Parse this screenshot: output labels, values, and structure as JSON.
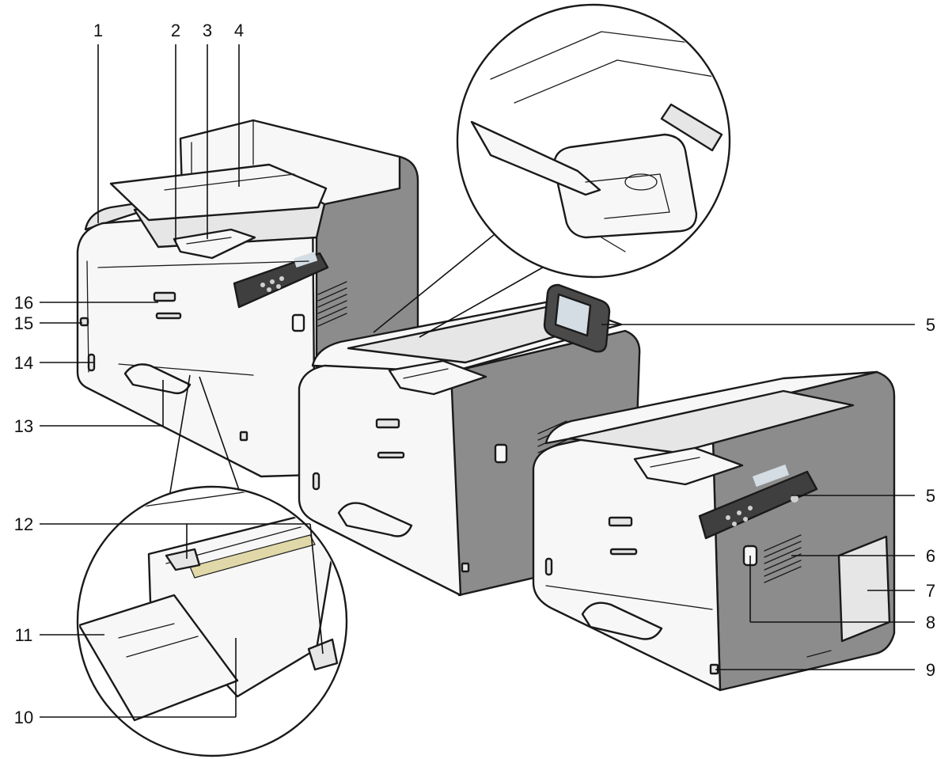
{
  "callouts": [
    {
      "id": "c1",
      "label": "1"
    },
    {
      "id": "c2",
      "label": "2"
    },
    {
      "id": "c3",
      "label": "3"
    },
    {
      "id": "c4",
      "label": "4"
    },
    {
      "id": "c5a",
      "label": "5"
    },
    {
      "id": "c5b",
      "label": "5"
    },
    {
      "id": "c6",
      "label": "6"
    },
    {
      "id": "c7",
      "label": "7"
    },
    {
      "id": "c8",
      "label": "8"
    },
    {
      "id": "c9",
      "label": "9"
    },
    {
      "id": "c10",
      "label": "10"
    },
    {
      "id": "c11",
      "label": "11"
    },
    {
      "id": "c12",
      "label": "12"
    },
    {
      "id": "c13",
      "label": "13"
    },
    {
      "id": "c14",
      "label": "14"
    },
    {
      "id": "c15",
      "label": "15"
    },
    {
      "id": "c16",
      "label": "16"
    }
  ],
  "colors": {
    "line": "#1a1a1a",
    "body_light": "#f7f7f7",
    "body_side": "#8c8c8c",
    "panel": "#3f3f3f"
  }
}
